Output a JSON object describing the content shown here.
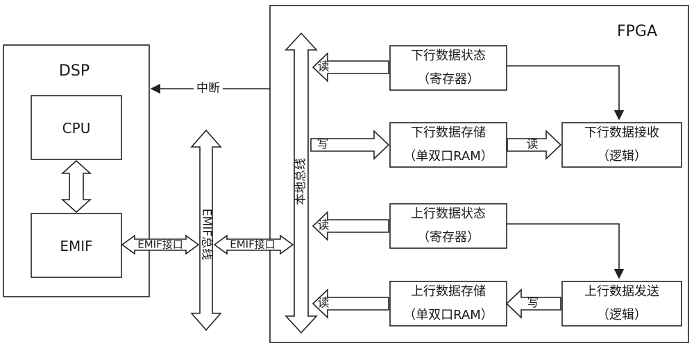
{
  "dsp": {
    "title": "DSP",
    "cpu": "CPU",
    "emif": "EMIF"
  },
  "fpga": {
    "title": "FPGA"
  },
  "interrupt_label": "中断",
  "emif_bus_label": "EMIF总线",
  "local_bus_label": "本地总线",
  "emif_port_left": "EMIF接口",
  "emif_port_right": "EMIF接口",
  "blocks": {
    "down_status": {
      "line1": "下行数据状态",
      "line2": "（寄存器）"
    },
    "down_storage": {
      "line1": "下行数据存储",
      "line2": "（单双口RAM）"
    },
    "down_receive": {
      "line1": "下行数据接收",
      "line2": "（逻辑）"
    },
    "up_status": {
      "line1": "上行数据状态",
      "line2": "（寄存器）"
    },
    "up_storage": {
      "line1": "上行数据存储",
      "line2": "（单双口RAM）"
    },
    "up_send": {
      "line1": "上行数据发送",
      "line2": "（逻辑）"
    }
  },
  "arrow_labels": {
    "read_down_status": "读",
    "write_down_storage": "写",
    "read_down_storage": "读",
    "read_up_status": "读",
    "write_up_storage": "写",
    "read_up_storage": "读"
  }
}
